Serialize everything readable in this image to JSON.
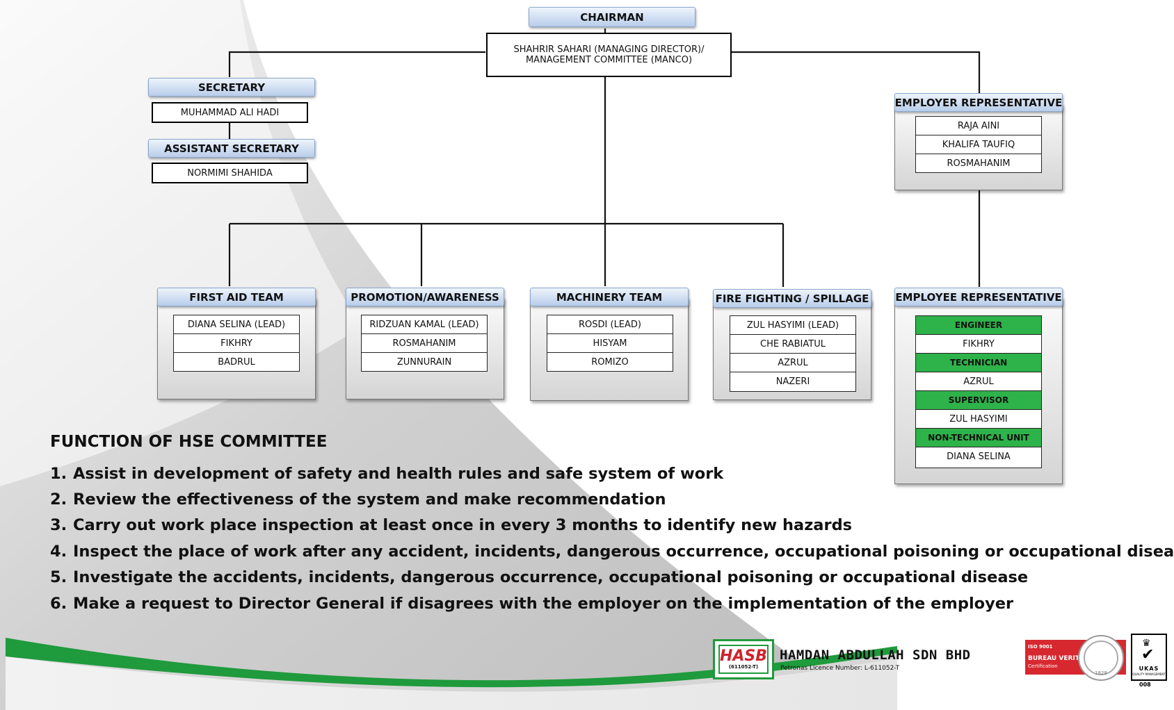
{
  "org": {
    "chairman_label": "CHAIRMAN",
    "md_line1": "SHAHRIR SAHARI (MANAGING DIRECTOR)/",
    "md_line2": "MANAGEMENT COMMITTEE (MANCO)",
    "secretary_label": "SECRETARY",
    "secretary_name": "MUHAMMAD ALI HADI",
    "asst_secretary_label": "ASSISTANT SECRETARY",
    "asst_secretary_name": "NORMIMI SHAHIDA",
    "employer_rep": {
      "label": "EMPLOYER REPRESENTATIVE",
      "members": [
        "RAJA AINI",
        "KHALIFA TAUFIQ",
        "ROSMAHANIM"
      ]
    },
    "teams": [
      {
        "label": "FIRST AID TEAM",
        "members": [
          "DIANA SELINA (LEAD)",
          "FIKHRY",
          "BADRUL"
        ]
      },
      {
        "label": "PROMOTION/AWARENESS",
        "members": [
          "RIDZUAN KAMAL (LEAD)",
          "ROSMAHANIM",
          "ZUNNURAIN"
        ]
      },
      {
        "label": "MACHINERY TEAM",
        "members": [
          "ROSDI (LEAD)",
          "HISYAM",
          "ROMIZO"
        ]
      },
      {
        "label": "FIRE FIGHTING / SPILLAGE",
        "members": [
          "ZUL HASYIMI (LEAD)",
          "CHE RABIATUL",
          "AZRUL",
          "NAZERI"
        ]
      }
    ],
    "employee_rep": {
      "label": "EMPLOYEE REPRESENTATIVE",
      "rows": [
        {
          "text": "ENGINEER",
          "kind": "category"
        },
        {
          "text": "FIKHRY",
          "kind": "member"
        },
        {
          "text": "TECHNICIAN",
          "kind": "category"
        },
        {
          "text": "AZRUL",
          "kind": "member"
        },
        {
          "text": "SUPERVISOR",
          "kind": "category"
        },
        {
          "text": "ZUL HASYIMI",
          "kind": "member"
        },
        {
          "text": "NON-TECHNICAL UNIT",
          "kind": "category"
        },
        {
          "text": "DIANA SELINA",
          "kind": "member"
        }
      ]
    }
  },
  "functions": {
    "title": "FUNCTION OF HSE COMMITTEE",
    "items": [
      {
        "num": "1.",
        "text": "Assist in development of safety and health rules and safe system of work"
      },
      {
        "num": "2.",
        "text": "Review the effectiveness of the system and make recommendation"
      },
      {
        "num": "3.",
        "text": "Carry out work place inspection at least once in every 3 months to identify new hazards"
      },
      {
        "num": "4.",
        "text": "Inspect the place of work after any accident, incidents, dangerous occurrence, occupational poisoning or occupational disease"
      },
      {
        "num": "5.",
        "text": "Investigate the accidents, incidents, dangerous occurrence, occupational poisoning or occupational disease"
      },
      {
        "num": "6.",
        "text": "Make a request to Director General if disagrees with the employer on the implementation of the employer"
      }
    ]
  },
  "footer": {
    "logo_text": "HASB",
    "logo_sub": "(611052-T)",
    "company": "HAMDAN ABDULLAH SDN BHD",
    "licence": "Petronas Licence Number: L-611052-T",
    "bv_iso": "ISO 9001",
    "bv_name": "BUREAU VERITAS",
    "bv_cert": "Certification",
    "bv_year": "1828",
    "ukas_text": "UKAS",
    "ukas_sub": "QUALITY MANAGEMENT",
    "ukas_num": "008"
  },
  "colors": {
    "accent_green": "#2eb24a",
    "header_blue": "#b8cdea",
    "brand_red": "#d7282f"
  }
}
